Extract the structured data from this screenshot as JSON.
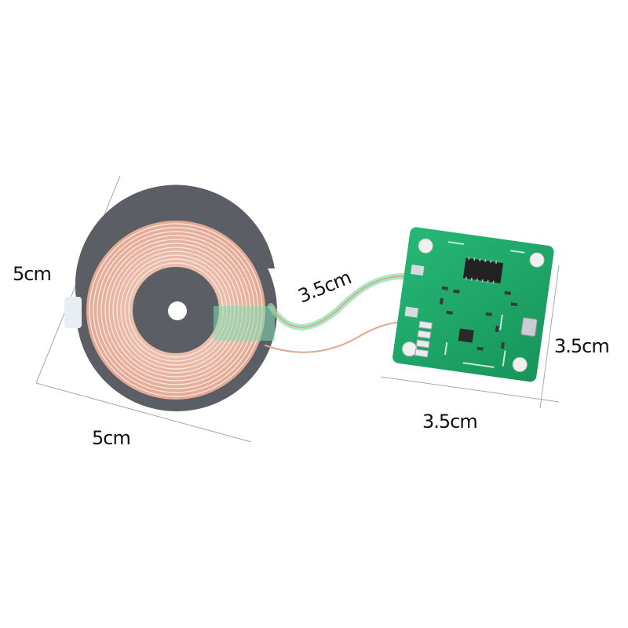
{
  "dimensions": {
    "coil_height": "5cm",
    "coil_width": "5cm",
    "wire_length": "3.5cm",
    "board_height": "3.5cm",
    "board_width": "3.5cm"
  },
  "colors": {
    "background": "#ffffff",
    "coil_shield": "#5c6066",
    "coil_copper": "#e8b8a8",
    "coil_wire_line": "#f6e0d6",
    "pcb_green": "#1fa86a",
    "pcb_dark": "#15804f",
    "wire_highlight": "#7fe3b0",
    "dimension_line": "#a0a0a0"
  }
}
